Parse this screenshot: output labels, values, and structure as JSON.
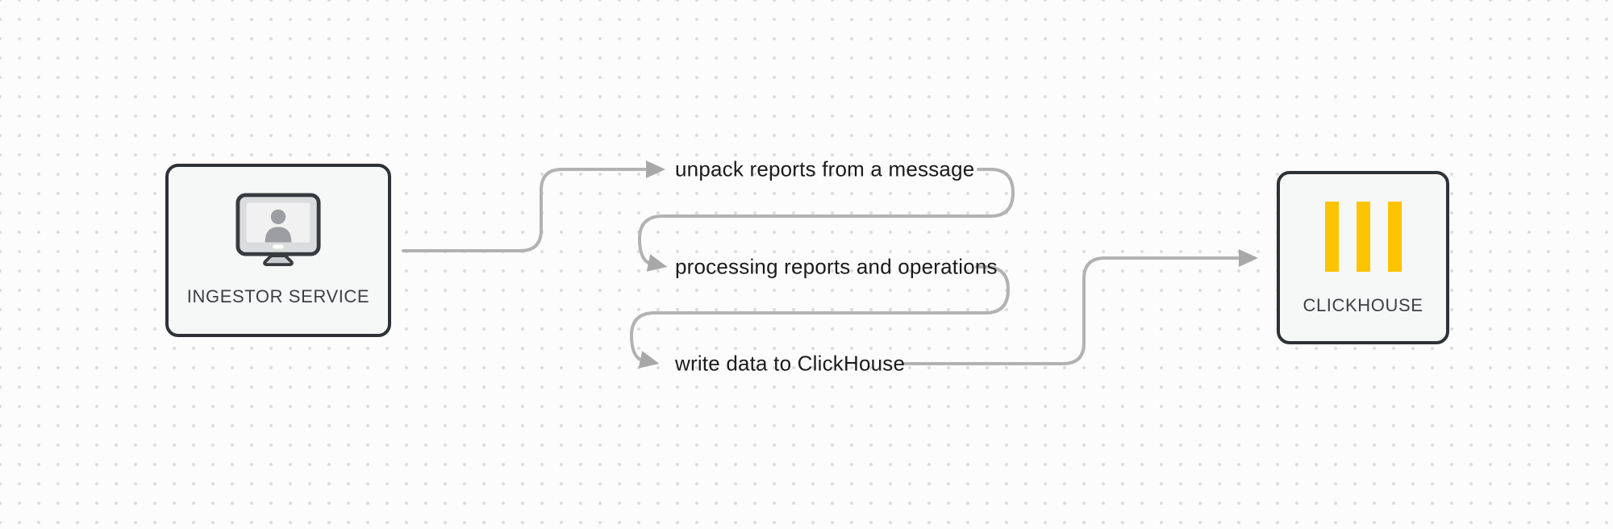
{
  "diagram": {
    "source_node": {
      "label": "INGESTOR SERVICE",
      "icon": "monitor-user-icon"
    },
    "target_node": {
      "label": "CLICKHOUSE",
      "icon": "clickhouse-bars-icon"
    },
    "steps": [
      {
        "label": "unpack reports from a message"
      },
      {
        "label": "processing reports and operations"
      },
      {
        "label": "write data to ClickHouse"
      }
    ]
  },
  "colors": {
    "background": "#fcfcfc",
    "grid_dot": "#dcdcdc",
    "node_border": "#2e3236",
    "node_fill": "#f6f7f7",
    "connector": "#b2b2b2",
    "arrowhead": "#a8a8a8",
    "clickhouse_yellow": "#fcc400",
    "text": "#1b1b1d"
  }
}
